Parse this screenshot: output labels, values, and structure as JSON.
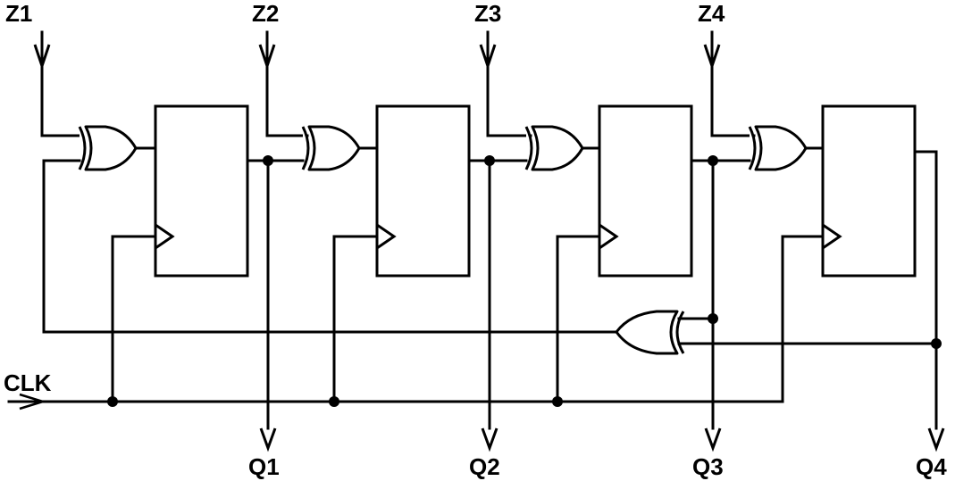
{
  "inputs": [
    "Z1",
    "Z2",
    "Z3",
    "Z4"
  ],
  "outputs": [
    "Q1",
    "Q2",
    "Q3",
    "Q4"
  ],
  "clock": "CLK"
}
